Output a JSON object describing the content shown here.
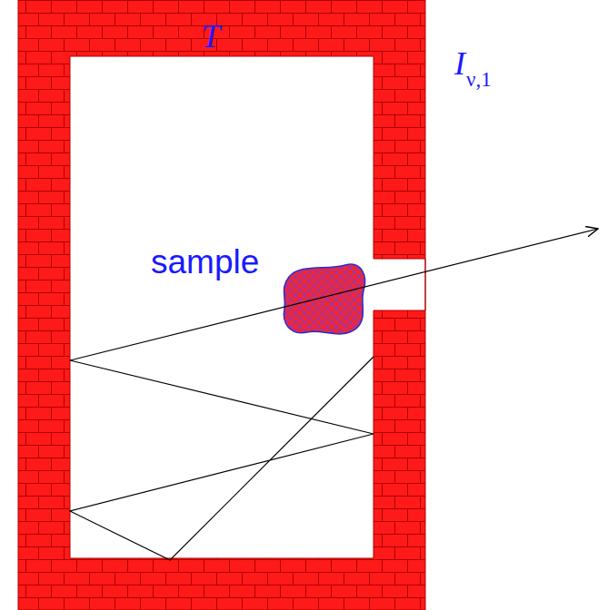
{
  "diagram": {
    "labels": [
      "T",
      "sample",
      "I",
      "ν,1"
    ]
  }
}
